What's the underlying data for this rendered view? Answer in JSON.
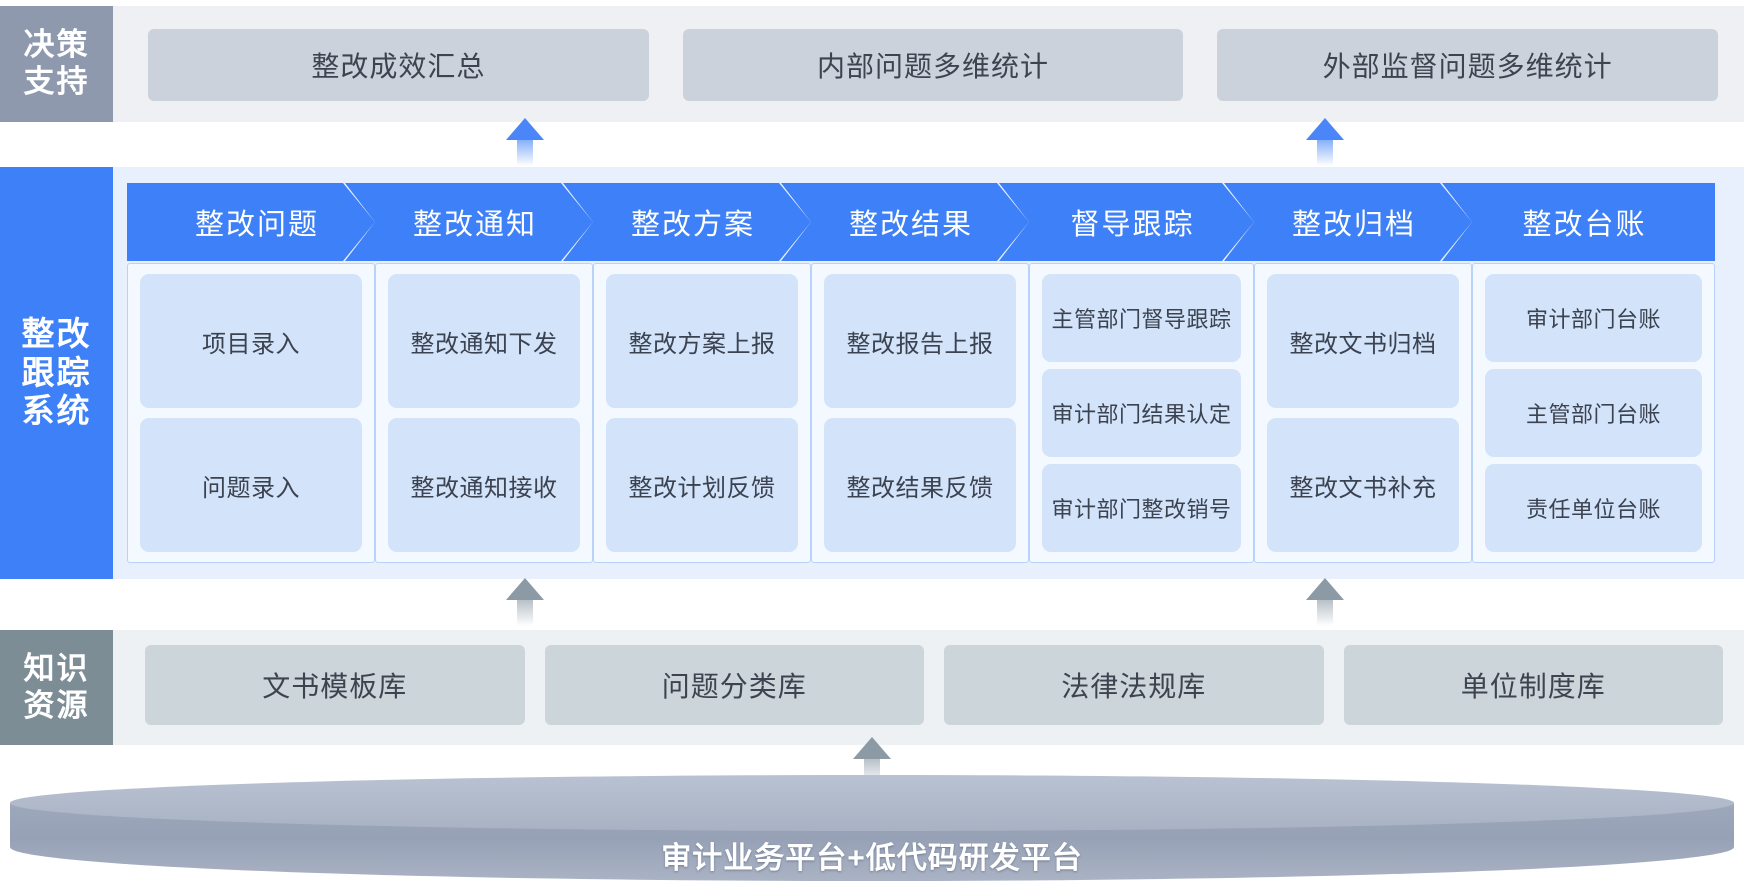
{
  "decision": {
    "label_lines": [
      "决策",
      "支持"
    ],
    "cards": [
      {
        "label": "整改成效汇总"
      },
      {
        "label": "内部问题多维统计"
      },
      {
        "label": "外部监督问题多维统计"
      }
    ]
  },
  "system": {
    "label_lines": [
      "整改",
      "跟踪",
      "系统"
    ],
    "stages": [
      {
        "title": "整改问题",
        "items": [
          {
            "label": "项目录入"
          },
          {
            "label": "问题录入"
          }
        ]
      },
      {
        "title": "整改通知",
        "items": [
          {
            "label": "整改通知下发"
          },
          {
            "label": "整改通知接收"
          }
        ]
      },
      {
        "title": "整改方案",
        "items": [
          {
            "label": "整改方案上报"
          },
          {
            "label": "整改计划反馈"
          }
        ]
      },
      {
        "title": "整改结果",
        "items": [
          {
            "label": "整改报告上报"
          },
          {
            "label": "整改结果反馈"
          }
        ]
      },
      {
        "title": "督导跟踪",
        "items": [
          {
            "label": "主管部门督导跟踪"
          },
          {
            "label": "审计部门结果认定"
          },
          {
            "label": "审计部门整改销号"
          }
        ]
      },
      {
        "title": "整改归档",
        "items": [
          {
            "label": "整改文书归档"
          },
          {
            "label": "整改文书补充"
          }
        ]
      },
      {
        "title": "整改台账",
        "items": [
          {
            "label": "审计部门台账"
          },
          {
            "label": "主管部门台账"
          },
          {
            "label": "责任单位台账"
          }
        ]
      }
    ]
  },
  "knowledge": {
    "label_lines": [
      "知识",
      "资源"
    ],
    "cards": [
      {
        "label": "文书模板库"
      },
      {
        "label": "问题分类库"
      },
      {
        "label": "法律法规库"
      },
      {
        "label": "单位制度库"
      }
    ]
  },
  "platform": {
    "label": "审计业务平台+低代码研发平台"
  },
  "connectors": [
    {
      "name": "arrow-decision-left",
      "style": "blue"
    },
    {
      "name": "arrow-decision-right",
      "style": "blue"
    },
    {
      "name": "arrow-knowledge-left",
      "style": "gray"
    },
    {
      "name": "arrow-knowledge-right",
      "style": "gray"
    },
    {
      "name": "arrow-platform",
      "style": "gray"
    }
  ],
  "colors": {
    "brand_blue": "#3d80f7",
    "decision_band": "#8e99ae",
    "knowledge_band": "#7d8d96",
    "sub_card": "#d3e3fa",
    "decision_card": "#ccd2dc",
    "knowledge_card": "#ccd5d9",
    "platform_body": "#97a1b6"
  }
}
